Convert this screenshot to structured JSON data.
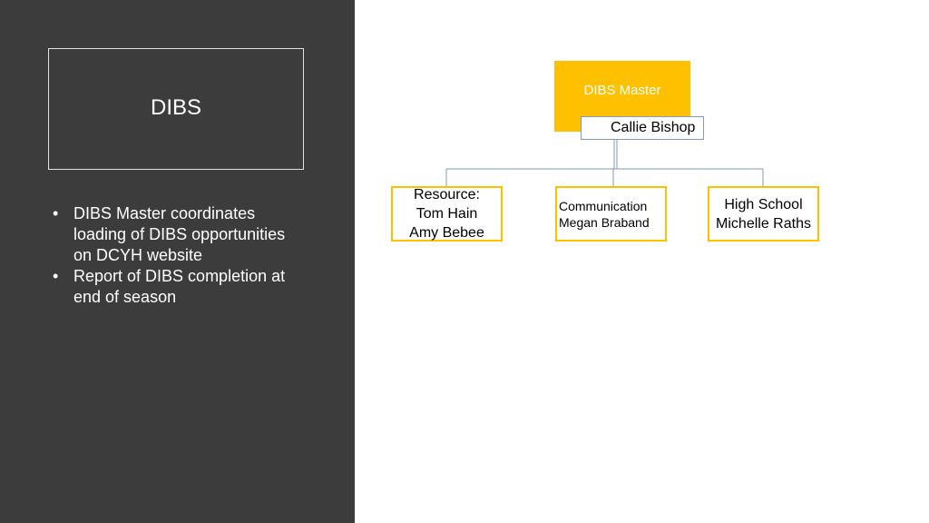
{
  "sidebar": {
    "title": "DIBS",
    "bullets": [
      "DIBS Master coordinates loading of DIBS opportunities on DCYH website",
      "Report of DIBS completion at end of season"
    ]
  },
  "org_chart": {
    "root": {
      "title": "DIBS Master",
      "name": "Callie Bishop"
    },
    "children": [
      {
        "lines": [
          "Resource:",
          "Tom Hain",
          "Amy Bebee"
        ]
      },
      {
        "lines": [
          "Communication",
          "Megan Braband"
        ]
      },
      {
        "lines": [
          "High School",
          "Michelle Raths"
        ]
      }
    ]
  },
  "colors": {
    "panel_background": "#3c3c3c",
    "accent": "#ffc000",
    "connector": "#7f9bbf"
  }
}
